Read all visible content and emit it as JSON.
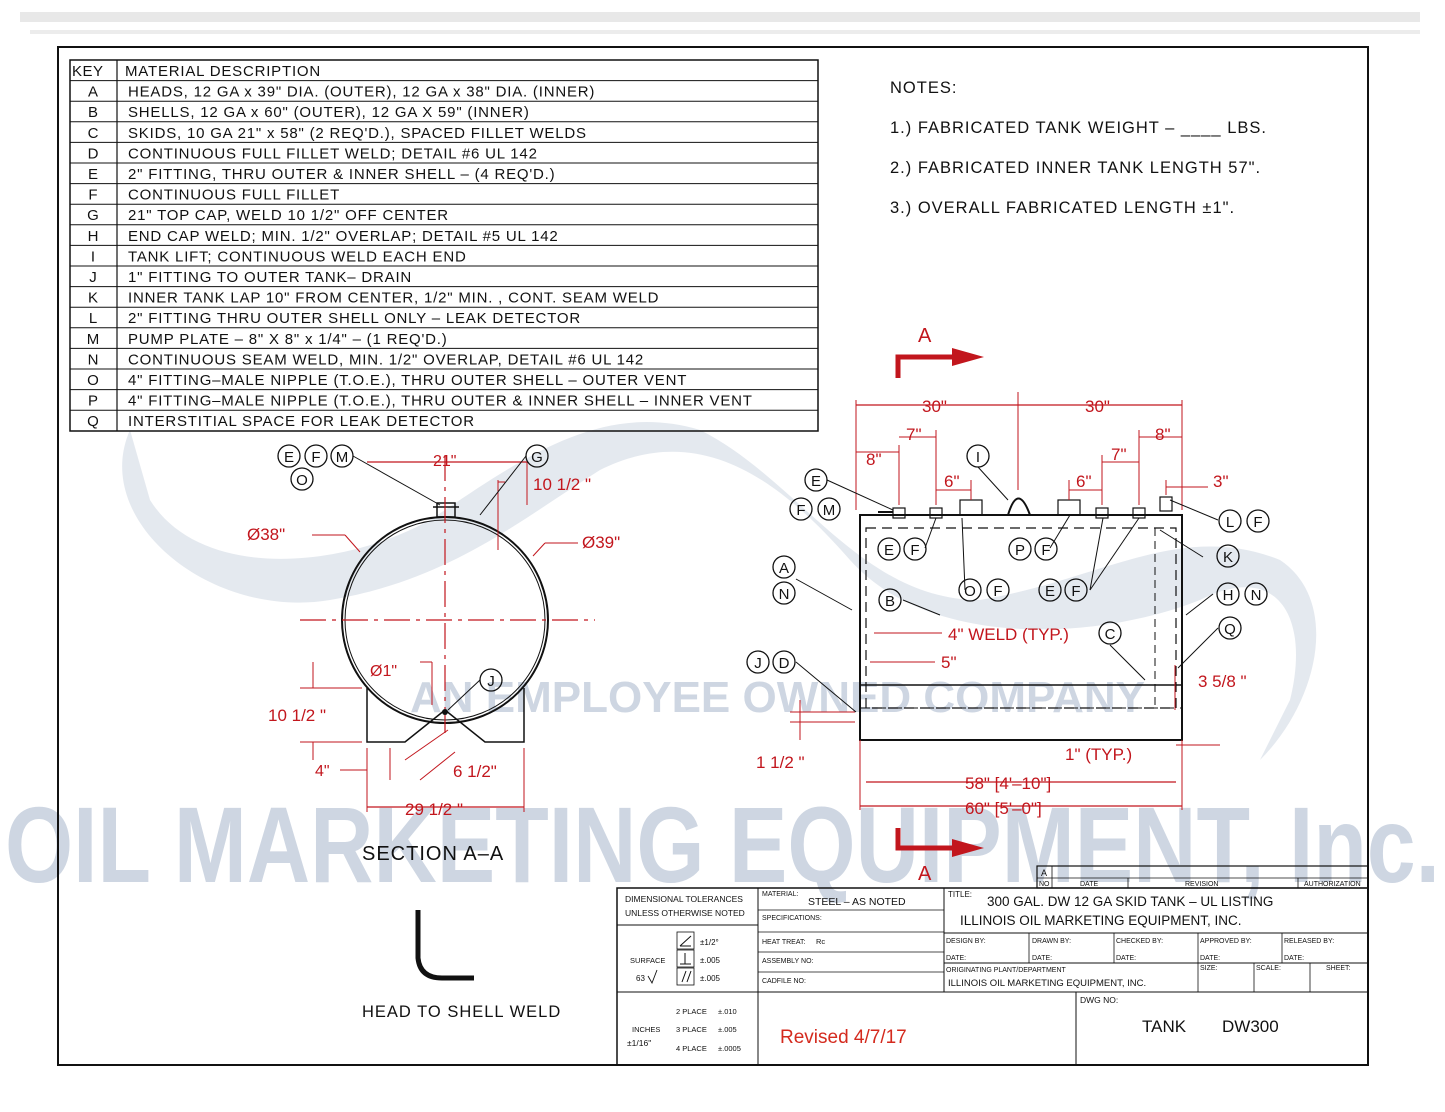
{
  "watermark": {
    "line1": "AN EMPLOYEE OWNED COMPANY",
    "line2": "OIL MARKETING EQUIPMENT, Inc."
  },
  "key_table": {
    "header_key": "KEY",
    "header_desc": "MATERIAL DESCRIPTION",
    "rows": [
      {
        "key": "A",
        "desc": "HEADS, 12 GA x 39\" DIA. (OUTER), 12 GA x 38\" DIA. (INNER)"
      },
      {
        "key": "B",
        "desc": "SHELLS, 12 GA x 60\" (OUTER), 12 GA X 59\" (INNER)"
      },
      {
        "key": "C",
        "desc": "SKIDS, 10 GA 21\" x 58\" (2 REQ'D.), SPACED FILLET WELDS"
      },
      {
        "key": "D",
        "desc": "CONTINUOUS FULL FILLET WELD; DETAIL #6 UL 142"
      },
      {
        "key": "E",
        "desc": "2\" FITTING, THRU OUTER & INNER SHELL – (4 REQ'D.)"
      },
      {
        "key": "F",
        "desc": "CONTINUOUS FULL FILLET"
      },
      {
        "key": "G",
        "desc": "21\" TOP CAP, WELD 10 1/2\" OFF CENTER"
      },
      {
        "key": "H",
        "desc": "END CAP WELD; MIN. 1/2\" OVERLAP; DETAIL #5 UL 142"
      },
      {
        "key": "I",
        "desc": "TANK LIFT; CONTINUOUS WELD EACH END"
      },
      {
        "key": "J",
        "desc": "1\" FITTING TO OUTER TANK– DRAIN"
      },
      {
        "key": "K",
        "desc": "INNER TANK LAP 10\" FROM CENTER, 1/2\" MIN. , CONT. SEAM WELD"
      },
      {
        "key": "L",
        "desc": "2\" FITTING THRU OUTER SHELL ONLY – LEAK DETECTOR"
      },
      {
        "key": "M",
        "desc": "PUMP PLATE – 8\" X 8\" x 1/4\" – (1 REQ'D.)"
      },
      {
        "key": "N",
        "desc": "CONTINUOUS SEAM WELD, MIN. 1/2\" OVERLAP, DETAIL #6 UL 142"
      },
      {
        "key": "O",
        "desc": "4\" FITTING–MALE NIPPLE (T.O.E.), THRU OUTER SHELL – OUTER VENT"
      },
      {
        "key": "P",
        "desc": "4\" FITTING–MALE NIPPLE (T.O.E.), THRU OUTER & INNER SHELL – INNER VENT"
      },
      {
        "key": "Q",
        "desc": "INTERSTITIAL SPACE FOR LEAK DETECTOR"
      }
    ]
  },
  "notes": {
    "heading": "NOTES:",
    "items": [
      "1.) FABRICATED TANK WEIGHT – ____ LBS.",
      "2.) FABRICATED INNER TANK LENGTH 57\".",
      "3.) OVERALL FABRICATED LENGTH ±1\"."
    ]
  },
  "section_view": {
    "title": "SECTION A–A",
    "dims": {
      "top_cap": "21\"",
      "d_inner": "Ø38\"",
      "d_outer": "Ø39\"",
      "offset": "10 1/2 \"",
      "drain": "Ø1\"",
      "skid_height": "10 1/2 \"",
      "skid_foot": "4\"",
      "skid_notch": "6 1/2\"",
      "skid_width": "29 1/2 \""
    },
    "balloons": [
      "E",
      "F",
      "M",
      "O",
      "G",
      "J"
    ]
  },
  "side_view": {
    "section_marker": "A",
    "dims": {
      "half_left": "30\"",
      "half_right": "30\"",
      "d8_left": "8\"",
      "d7_left": "7\"",
      "d6_left": "6\"",
      "d6_right": "6\"",
      "d7_right": "7\"",
      "d8_right": "8\"",
      "d3": "3\"",
      "weld": "4\" WELD (TYP.)",
      "d5": "5\"",
      "d358": "3 5/8 \"",
      "d112": "1 1/2 \"",
      "typ1": "1\" (TYP.)",
      "inner_len": "58\" [4'–10\"]",
      "outer_len": "60\" [5'–0\"]"
    },
    "balloons": [
      "E",
      "F",
      "M",
      "I",
      "L",
      "F",
      "E",
      "F",
      "K",
      "P",
      "F",
      "O",
      "F",
      "E",
      "F",
      "A",
      "N",
      "B",
      "H",
      "N",
      "C",
      "Q",
      "J",
      "D"
    ]
  },
  "detail": {
    "caption": "HEAD TO SHELL WELD"
  },
  "title_block": {
    "revision": {
      "rev_letter": "A",
      "no": "NO",
      "date": "DATE",
      "revision": "REVISION",
      "authorization": "AUTHORIZATION"
    },
    "tolerances": {
      "line1": "DIMENSIONAL TOLERANCES",
      "line2": "UNLESS OTHERWISE NOTED",
      "surface": "SURFACE",
      "finish": "63",
      "tol_angle": "±1/2°",
      "tol_perp": "±.005",
      "tol_par": "±.005",
      "inches": "INCHES",
      "inches_tol": "±1/16\"",
      "place2": "2 PLACE",
      "place2_tol": "±.010",
      "place3": "3 PLACE",
      "place3_tol": "±.005",
      "place4": "4 PLACE",
      "place4_tol": "±.0005"
    },
    "material_label": "MATERIAL:",
    "material_value": "STEEL – AS NOTED",
    "specifications": "SPECIFICATIONS:",
    "heat_treat": "HEAT TREAT:",
    "heat_treat_value": "Rc",
    "assembly_no": "ASSEMBLY NO:",
    "cadfile_no": "CADFILE NO:",
    "title_label": "TITLE:",
    "title_line1": "300 GAL. DW 12 GA SKID TANK – UL LISTING",
    "title_line2": "ILLINOIS OIL MARKETING EQUIPMENT, INC.",
    "design_by": "DESIGN BY:",
    "drawn_by": "DRAWN BY:",
    "checked_by": "CHECKED BY:",
    "approved_by": "APPROVED BY:",
    "released_by": "RELEASED BY:",
    "date_label": "DATE:",
    "plant_label": "ORIGINATING PLANT/DEPARTMENT",
    "plant_value": "ILLINOIS OIL MARKETING EQUIPMENT, INC.",
    "size": "SIZE:",
    "scale": "SCALE:",
    "sheet": "SHEET:",
    "dwg_no_label": "DWG NO:",
    "dwg_name": "TANK",
    "dwg_no": "DW300",
    "revised_note": "Revised 4/7/17"
  },
  "colors": {
    "dimension_red": "#c2161d",
    "linework": "#111111",
    "watermark": "#c9d2df",
    "revised_red": "#d42a1e"
  }
}
